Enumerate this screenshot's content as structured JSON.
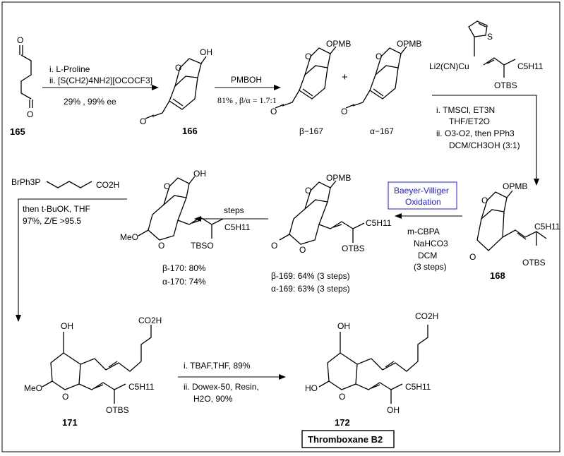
{
  "compounds": {
    "c165": "165",
    "c166": "166",
    "beta167": "β−167",
    "alpha167": "α−167",
    "c168": "168",
    "beta169": "β-169: 64% (3 steps)",
    "alpha169": "α-169: 63% (3 steps)",
    "beta170": "β-170: 80%",
    "alpha170": "α-170: 74%",
    "c171": "171",
    "c172": "172"
  },
  "groups": {
    "oh": "OH",
    "opmb": "OPMB",
    "c5h11": "C5H11",
    "otbs": "OTBS",
    "tbso": "TBSO",
    "meo": "MeO",
    "ho": "HO",
    "co2h": "CO2H",
    "o": "O",
    "s": "S",
    "cuprate": "Li2(CN)Cu",
    "plus": "+",
    "wittig_reagent": "BrPh3P"
  },
  "steps": {
    "step1": [
      "i. L-Proline",
      "ii. [S(CH2)4NH2][OCOCF3]",
      "29% , 99% ee"
    ],
    "step2": [
      "PMBOH",
      "81% , β/α = 1.7:1"
    ],
    "step3": [
      "i. TMSCl, ET3N",
      "THF/ET2O",
      "ii. O3-O2, then PPh3",
      "DCM/CH3OH (3:1)"
    ],
    "step4": [
      "m-CBPA",
      "NaHCO3",
      "DCM",
      "(3 steps)"
    ],
    "step4_box": [
      "Baeyer-Villiger",
      "Oxidation"
    ],
    "step5": "steps",
    "step6": [
      "then t-BuOK, THF",
      "97%, Z/E >95.5"
    ],
    "step7": [
      "i. TBAF,THF, 89%",
      "ii. Dowex-50, Resin,",
      "H2O, 90%"
    ]
  },
  "product_name": "Thromboxane B2",
  "colors": {
    "box_border": "#1a1aff",
    "box_text": "#1a1aff",
    "line": "#000000"
  }
}
